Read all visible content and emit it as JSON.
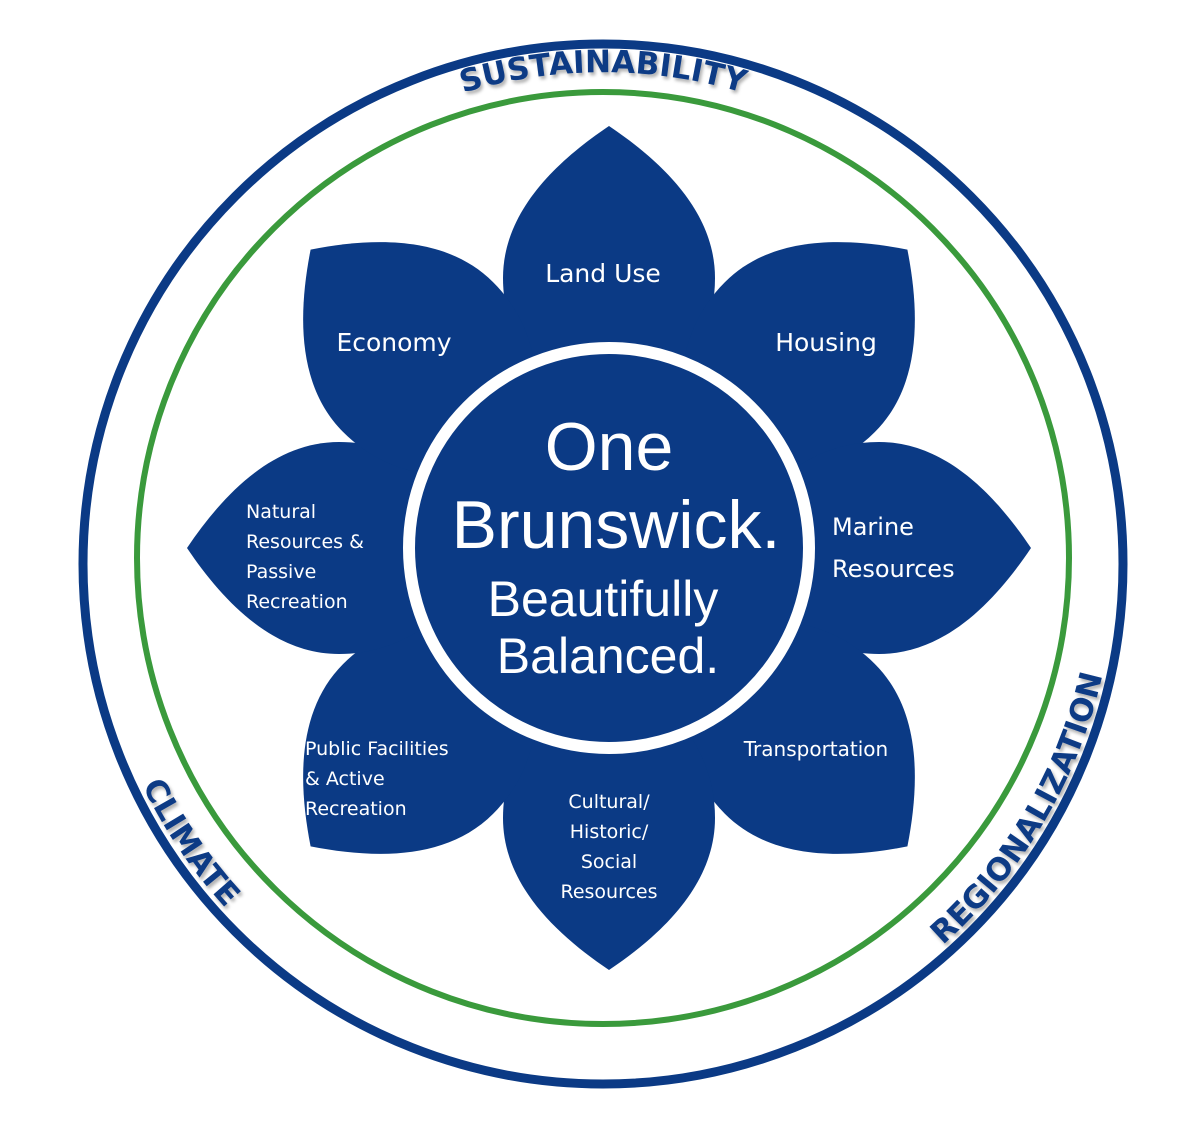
{
  "colors": {
    "primary_blue": "#0b3a85",
    "ring_green": "#3a9a3c",
    "background": "#ffffff"
  },
  "ring_labels": {
    "top": "SUSTAINABILITY",
    "bottom_left": "CLIMATE",
    "bottom_right": "REGIONALIZATION"
  },
  "center": {
    "line1": "One",
    "line2": "Brunswick.",
    "line3": "Beautifully",
    "line4": "Balanced."
  },
  "petals": [
    {
      "lines": [
        "Land Use"
      ]
    },
    {
      "lines": [
        "Housing"
      ]
    },
    {
      "lines": [
        "Marine",
        "Resources"
      ]
    },
    {
      "lines": [
        "Transportation"
      ]
    },
    {
      "lines": [
        "Cultural/",
        "Historic/",
        "Social",
        "Resources"
      ]
    },
    {
      "lines": [
        "Public Facilities",
        "& Active",
        "Recreation"
      ]
    },
    {
      "lines": [
        "Natural",
        "Resources &",
        "Passive",
        "Recreation"
      ]
    },
    {
      "lines": [
        "Economy"
      ]
    }
  ]
}
